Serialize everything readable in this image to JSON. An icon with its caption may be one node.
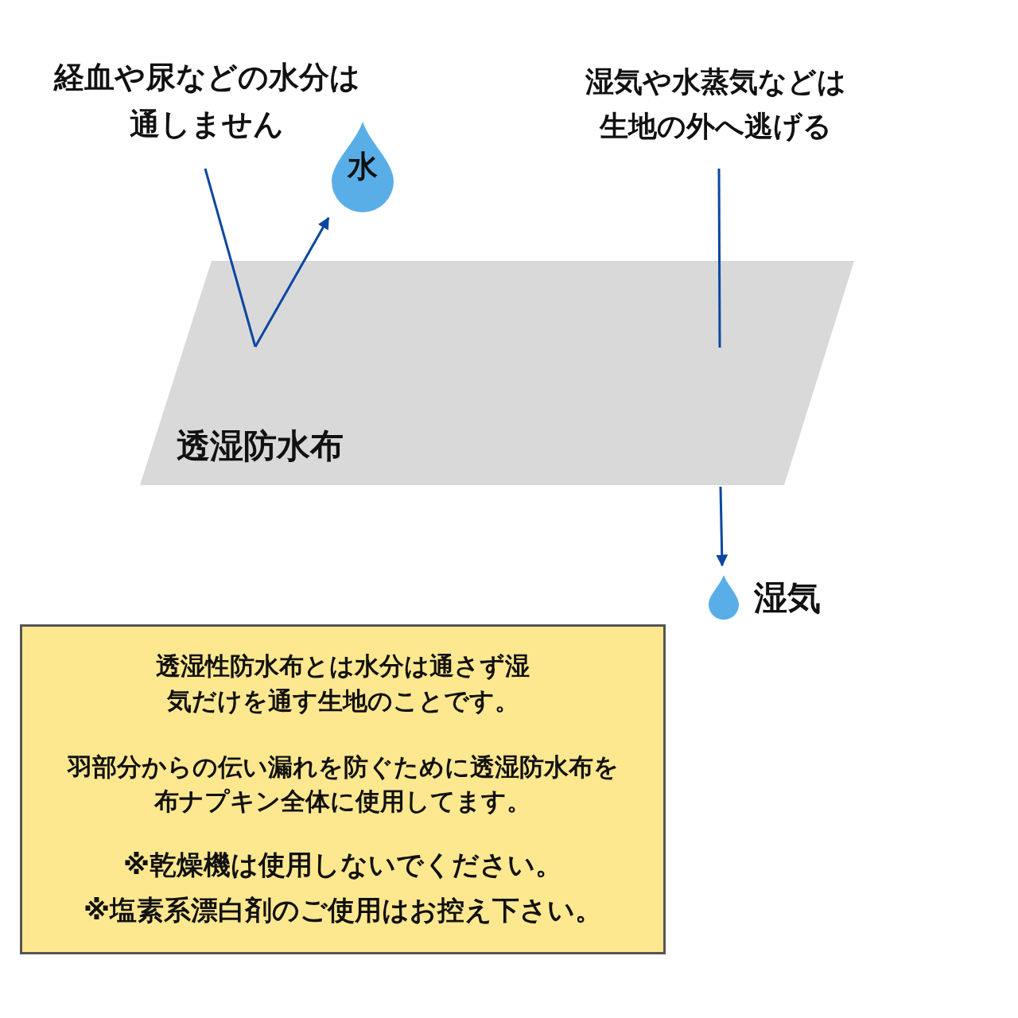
{
  "diagram": {
    "nodes": [
      {
        "text": [
          "透湿防水布"
        ]
      },
      {
        "text": [
          "水"
        ]
      },
      {
        "text": [],
        "shape": "drop",
        "beside": [
          "湿気"
        ]
      },
      {
        "text": [
          "経血や尿などの水分は通しません"
        ]
      },
      {
        "text": [
          "湿気や水蒸気などは生地の外へ逃げる"
        ]
      },
      {
        "text": [
          "透湿性防水布とは水分は通さず湿気だけを通す生地のことです。",
          "羽部分からの伝い漏れを防ぐために透湿防水布を布ナプキン全体に使用してます。",
          "※乾燥機は使用しないでください。",
          "※塩素系漂白剤のご使用はお控え下さい。"
        ]
      }
    ],
    "edges": [
      {
        "from": 3,
        "to": 0,
        "arrow": "none"
      },
      {
        "from": 0,
        "to": 1,
        "arrow": "to"
      },
      {
        "from": 4,
        "to": 0,
        "arrow": "none"
      },
      {
        "from": 0,
        "to": 2,
        "arrow": "to"
      }
    ]
  }
}
